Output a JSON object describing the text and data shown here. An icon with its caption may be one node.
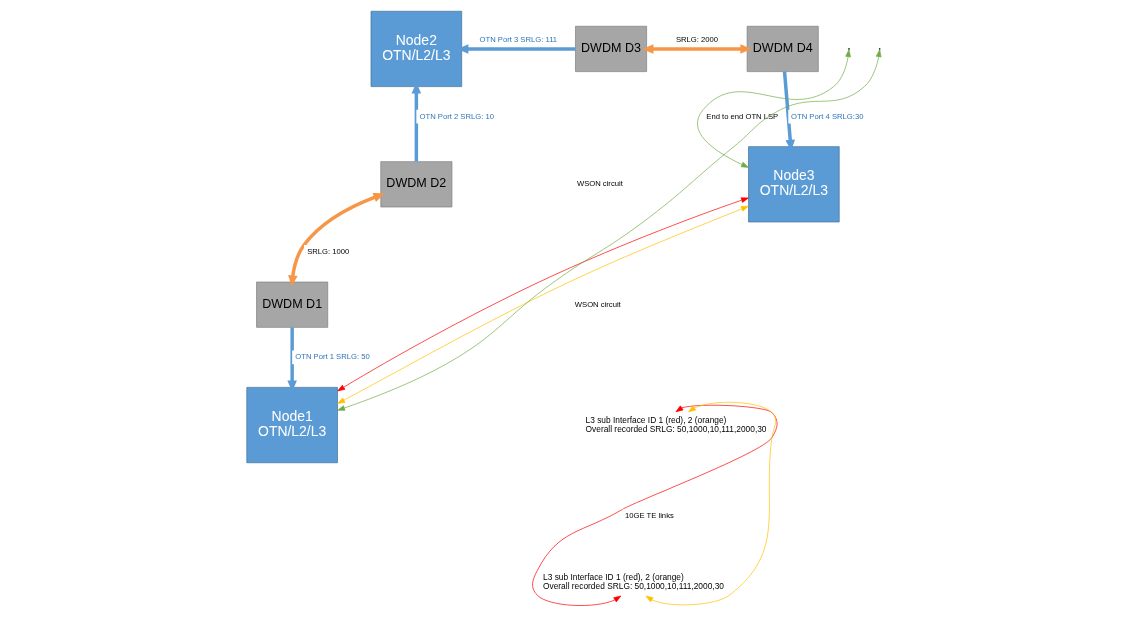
{
  "diagram": {
    "nodes": [
      {
        "text": [
          "Node2",
          "OTN/L2/L3"
        ]
      },
      {
        "text": [
          "DWDM D3"
        ]
      },
      {
        "text": [
          "DWDM D4"
        ]
      },
      {
        "text": [
          "Node3",
          "OTN/L2/L3"
        ]
      },
      {
        "text": [
          "DWDM D2"
        ]
      },
      {
        "text": [
          "DWDM D1"
        ]
      },
      {
        "text": [
          "Node1",
          "OTN/L2/L3"
        ]
      },
      {
        "text": [
          "L3 sub Interface ID 1 (red), 2 (orange)",
          "Overall recorded SRLG: 50,1000,10,111,2000,30"
        ]
      },
      {
        "text": [
          "L3 sub Interface ID 1 (red), 2 (orange)",
          "Overall recorded SRLG: 50,1000,10,111,2000,30"
        ]
      }
    ],
    "edges": [
      {
        "from": 1,
        "to": 0,
        "arrow": "to",
        "label": "OTN Port 3 SRLG: 111",
        "style": "thick"
      },
      {
        "from": 1,
        "to": 2,
        "arrow": "both",
        "label": "SRLG: 2000",
        "style": "thick",
        "color": "#f79646"
      },
      {
        "from": 2,
        "to": 3,
        "arrow": "to",
        "label": "OTN Port 4 SRLG:30",
        "style": "thick"
      },
      {
        "from": 4,
        "to": 0,
        "arrow": "to",
        "label": "OTN Port 2 SRLG: 10",
        "style": "thick"
      },
      {
        "from": 4,
        "to": 5,
        "arrow": "both",
        "label": "SRLG: 1000",
        "style": "thick",
        "color": "#f79646"
      },
      {
        "from": 5,
        "to": 6,
        "arrow": "to",
        "label": "OTN Port 1 SRLG: 50",
        "style": "thick"
      },
      {
        "from": 6,
        "to": 3,
        "arrow": "both",
        "color": "#ff0000"
      },
      {
        "from": 6,
        "to": 3,
        "arrow": "both",
        "color": "#ffc000"
      },
      {
        "from": null,
        "to": 3,
        "arrow": "both",
        "label": "End to end OTN LSP",
        "color": "#70ad47"
      },
      {
        "from": null,
        "to": 6,
        "arrow": "both",
        "color": "#70ad47"
      },
      {
        "from": 8,
        "to": 7,
        "arrow": "both",
        "label": "10GE TE links",
        "color": "#ff0000"
      },
      {
        "from": 8,
        "to": 7,
        "arrow": "both",
        "color": "#ffc000"
      }
    ],
    "labels": [
      "WSON circuit",
      "WSON circuit"
    ]
  }
}
